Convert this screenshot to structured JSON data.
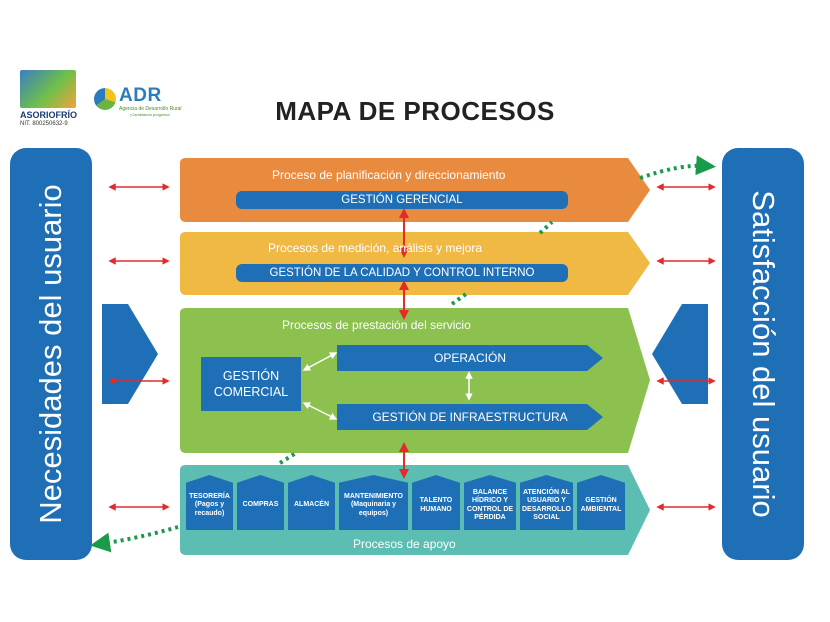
{
  "logos": {
    "asoriofrio_name": "ASORIOFRÍO",
    "asoriofrio_nit": "NIT. 800250632-9",
    "adr_abbr": "ADR",
    "adr_name": "Agencia de Desarrollo Rural",
    "adr_tagline": "¡Cambiando progreso!"
  },
  "title": "MAPA DE PROCESOS",
  "left_label": "Necesidades del usuario",
  "right_label": "Satisfacción del usuario",
  "strategic": {
    "title": "Proceso de planificación y direccionamiento",
    "pill": "GESTIÓN GERENCIAL"
  },
  "measurement": {
    "title": "Procesos de medición, análisis y mejora",
    "pill": "GESTIÓN DE LA CALIDAD Y CONTROL INTERNO"
  },
  "service": {
    "title": "Procesos de prestación del servicio",
    "commercial": "GESTIÓN COMERCIAL",
    "operation": "OPERACIÓN",
    "infrastructure": "GESTIÓN DE INFRAESTRUCTURA"
  },
  "support": {
    "title": "Procesos de apoyo",
    "items": [
      "TESORERÍA (Pagos y recaudo)",
      "COMPRAS",
      "ALMACÉN",
      "MANTENIMIENTO (Maquinaria y equipos)",
      "TALENTO HUMANO",
      "BALANCE HÍDRICO Y CONTROL DE PÉRDIDA",
      "ATENCIÓN AL USUARIO Y DESARROLLO SOCIAL",
      "GESTIÓN AMBIENTAL"
    ]
  },
  "colors": {
    "blue": "#1f6fb6",
    "orange": "#e98b3f",
    "yellow": "#f0b944",
    "green": "#8cc04f",
    "teal": "#5cbdb2",
    "red_arrow": "#e32b2b",
    "dotted_green": "#1a9b4a"
  }
}
